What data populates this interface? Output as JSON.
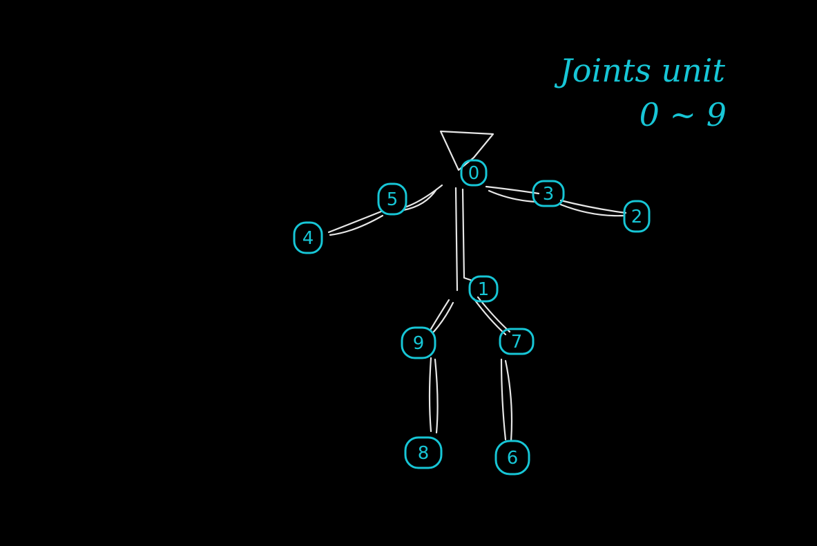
{
  "annotation": {
    "line1": "Joints unit",
    "line2": "0 ~ 9"
  },
  "colors": {
    "background": "#000000",
    "joint": "#17c6d6",
    "limb": "#e6e6e6"
  },
  "joints": [
    {
      "id": "0",
      "label": "0"
    },
    {
      "id": "1",
      "label": "1"
    },
    {
      "id": "2",
      "label": "2"
    },
    {
      "id": "3",
      "label": "3"
    },
    {
      "id": "4",
      "label": "4"
    },
    {
      "id": "5",
      "label": "5"
    },
    {
      "id": "6",
      "label": "6"
    },
    {
      "id": "7",
      "label": "7"
    },
    {
      "id": "8",
      "label": "8"
    },
    {
      "id": "9",
      "label": "9"
    }
  ]
}
